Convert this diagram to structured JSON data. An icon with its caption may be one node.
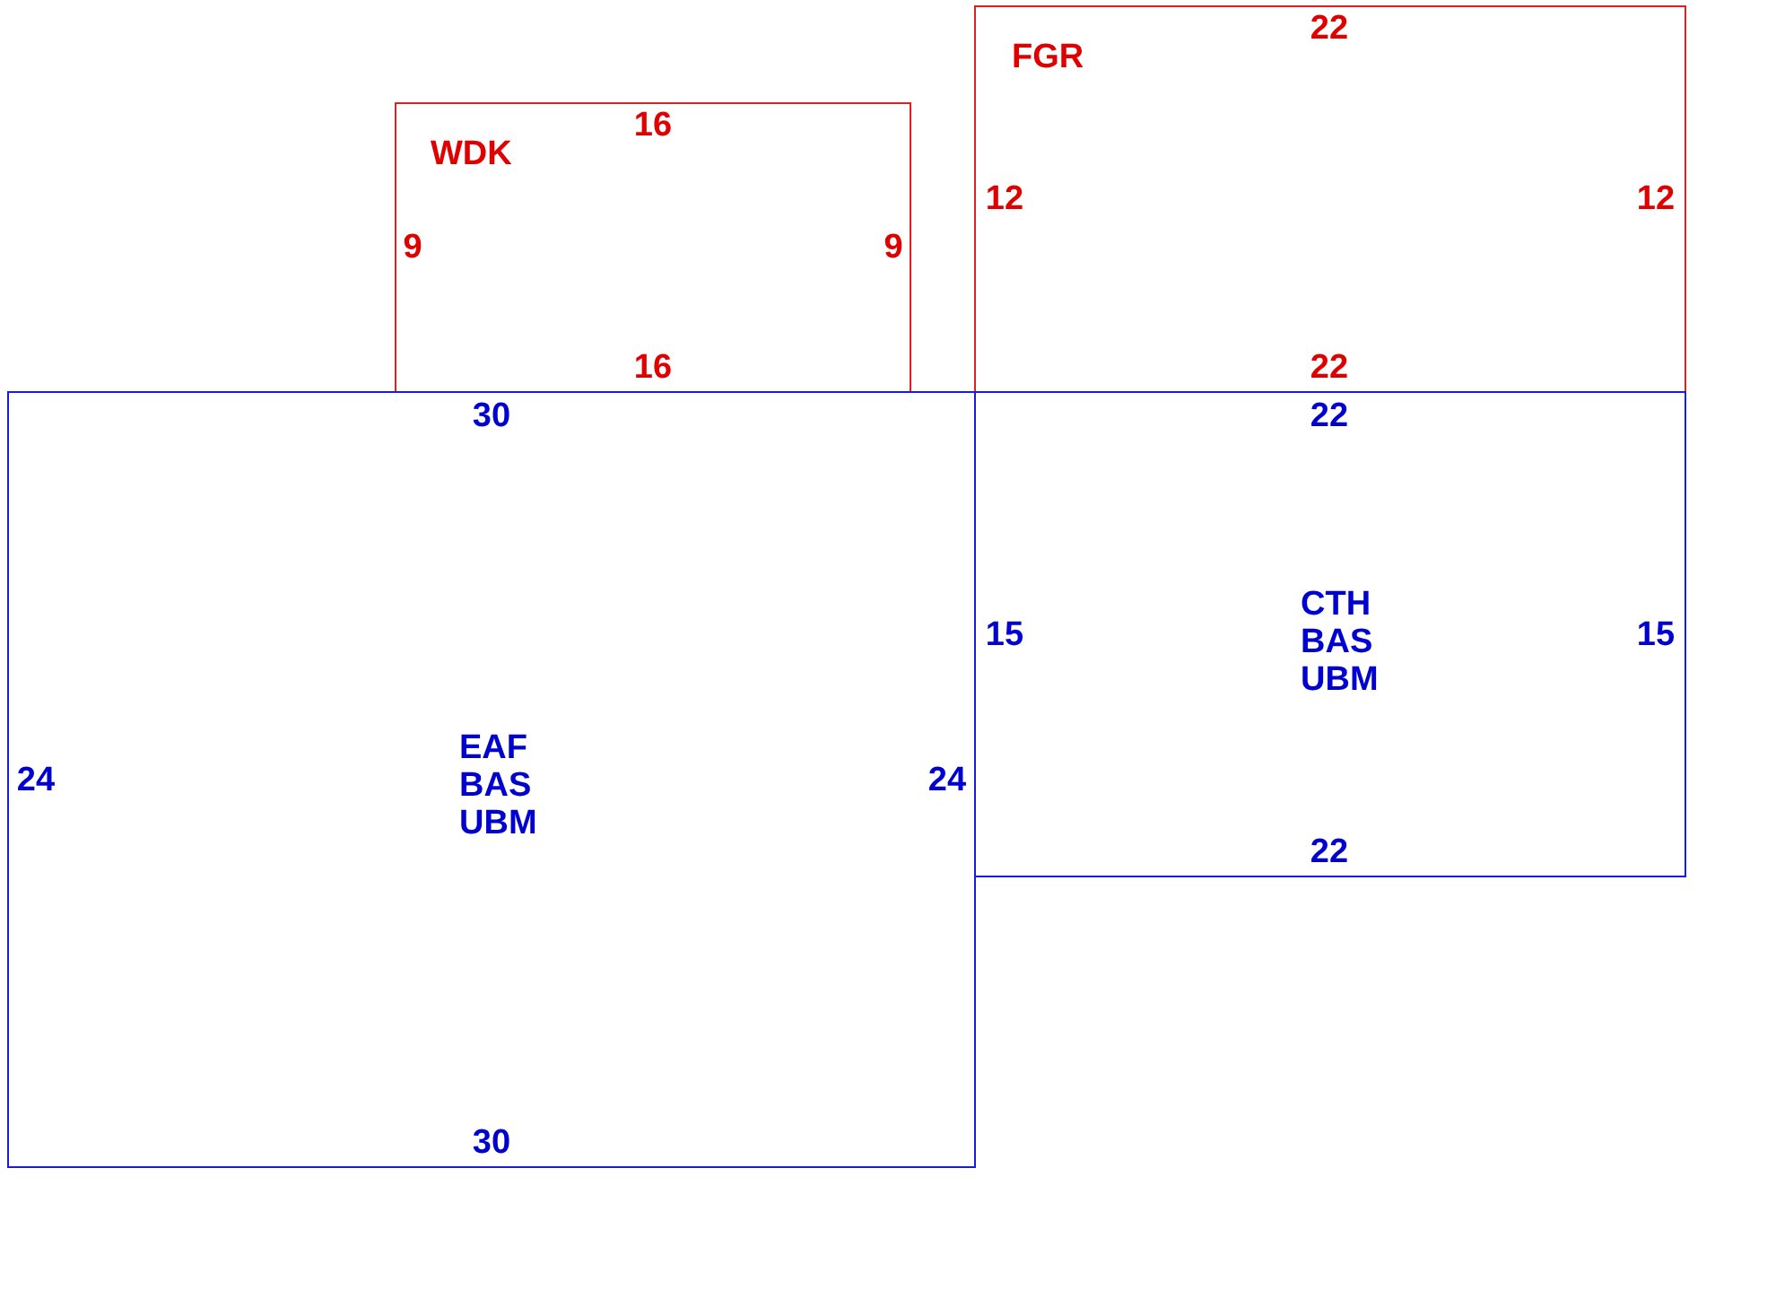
{
  "diagram": {
    "nodes": [
      {
        "text": [
          "WDK",
          "16",
          "9",
          "9",
          "16"
        ]
      },
      {
        "text": [
          "FGR",
          "22",
          "12",
          "12",
          "22"
        ]
      },
      {
        "text": [
          "30",
          "24",
          "EAF BAS UBM",
          "24",
          "30"
        ]
      },
      {
        "text": [
          "22",
          "15",
          "CTH BAS UBM",
          "15",
          "22"
        ]
      }
    ]
  }
}
